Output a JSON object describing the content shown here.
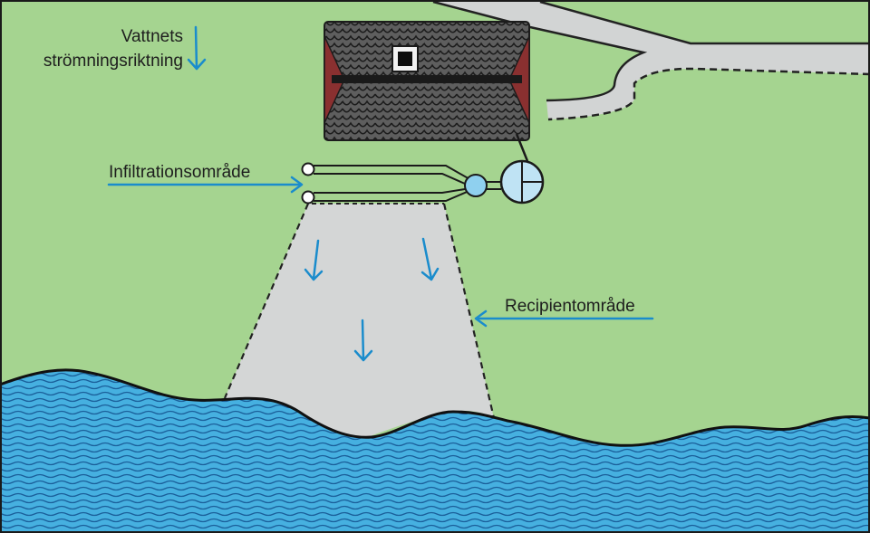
{
  "labels": {
    "flow_direction_line1": "Vattnets",
    "flow_direction_line2": "strömningsriktning",
    "infiltration_area": "Infiltrationsområde",
    "recipient_area": "Recipientområde"
  },
  "colors": {
    "land": "#a5d490",
    "recipient_zone": "#d4d6d6",
    "water": "#46b0e0",
    "wave_lines": "#1b5f9a",
    "arrow": "#1a8ccc",
    "roof": "#5e5e5e",
    "roof_gable": "#8a3030",
    "road": "#d2d4d4",
    "tank_fill": "#bfe3f4",
    "distributor_fill": "#8fd0ef"
  },
  "icons": {
    "house": "house-roof-icon",
    "septic_tank": "septic-tank-icon",
    "distribution_well": "distribution-well-icon",
    "flow_arrow": "arrow-down-icon",
    "pointer_arrow": "arrow-right-icon"
  }
}
